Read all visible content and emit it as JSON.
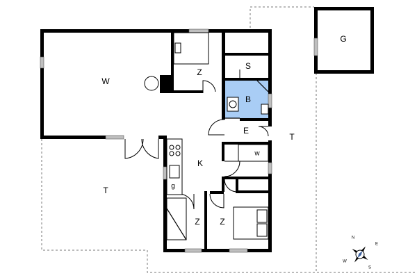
{
  "rooms": {
    "living": "W",
    "bedroom_top": "Z",
    "storage": "S",
    "bathroom": "B",
    "entrance": "E",
    "kitchen": "K",
    "utility": "w",
    "fridge": "g",
    "bedroom_left": "Z",
    "bedroom_right": "Z",
    "terrace_left": "T",
    "terrace_right": "T",
    "garage": "G"
  },
  "compass": {
    "n": "N",
    "e": "E",
    "s": "S",
    "w": "W"
  },
  "colors": {
    "bathroom": "#a9cdf5",
    "wall": "#000000",
    "terrace_outline": "#777777"
  }
}
